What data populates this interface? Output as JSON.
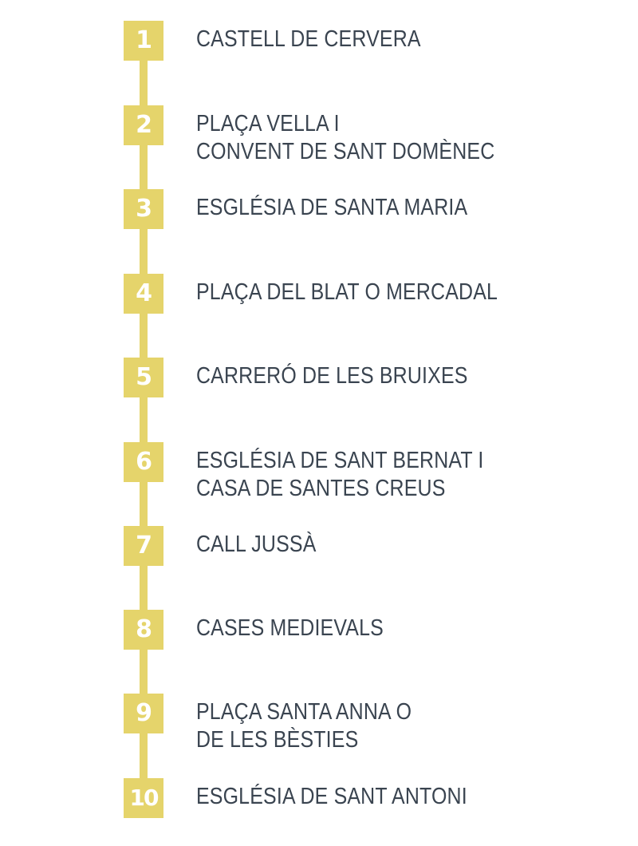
{
  "colors": {
    "accent": "#e5d46b",
    "text": "#3a4450",
    "badge_text": "#ffffff",
    "background": "#ffffff"
  },
  "stops": [
    {
      "number": "1",
      "lines": [
        "CASTELL DE CERVERA"
      ]
    },
    {
      "number": "2",
      "lines": [
        "PLAÇA VELLA I",
        "CONVENT DE SANT DOMÈNEC"
      ]
    },
    {
      "number": "3",
      "lines": [
        "ESGLÉSIA DE SANTA MARIA"
      ]
    },
    {
      "number": "4",
      "lines": [
        "PLAÇA DEL BLAT O MERCADAL"
      ]
    },
    {
      "number": "5",
      "lines": [
        "CARRERÓ DE LES BRUIXES"
      ]
    },
    {
      "number": "6",
      "lines": [
        "ESGLÉSIA DE SANT BERNAT I",
        "CASA DE SANTES CREUS"
      ]
    },
    {
      "number": "7",
      "lines": [
        "CALL JUSSÀ"
      ]
    },
    {
      "number": "8",
      "lines": [
        "CASES MEDIEVALS"
      ]
    },
    {
      "number": "9",
      "lines": [
        "PLAÇA SANTA ANNA O",
        "DE LES BÈSTIES"
      ]
    },
    {
      "number": "10",
      "lines": [
        "ESGLÉSIA DE SANT ANTONI"
      ]
    }
  ]
}
